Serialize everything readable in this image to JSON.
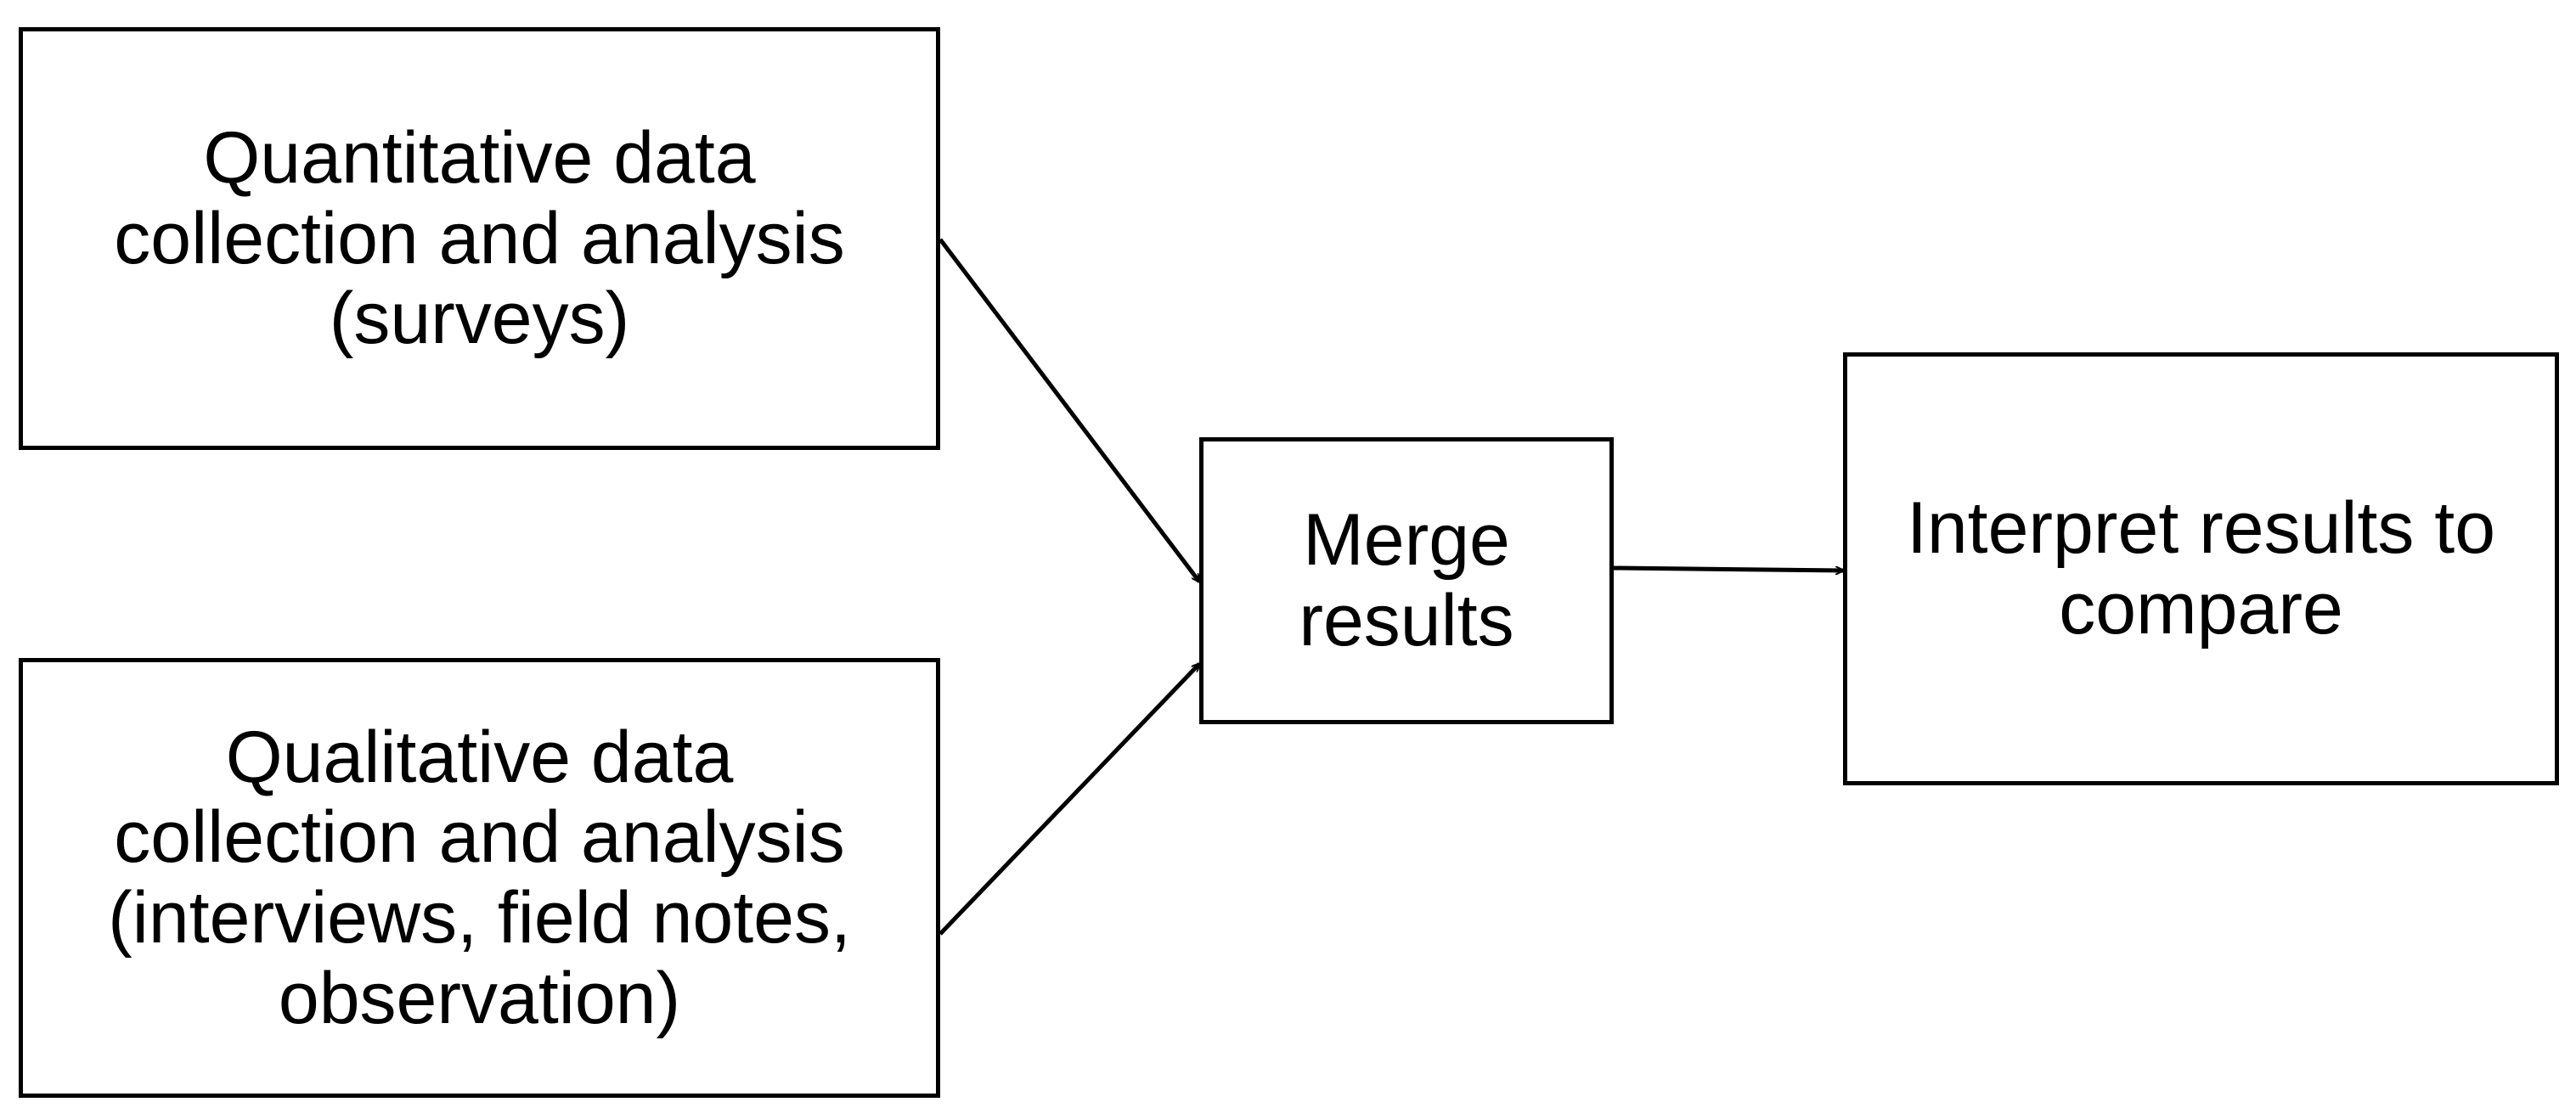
{
  "diagram": {
    "nodes": {
      "quantitative": "Quantitative data collection and analysis (surveys)",
      "qualitative": "Qualitative data collection and analysis (interviews, field notes, observation)",
      "merge": "Merge results",
      "interpret": "Interpret results to compare"
    },
    "edges": [
      {
        "from": "quantitative",
        "to": "merge"
      },
      {
        "from": "qualitative",
        "to": "merge"
      },
      {
        "from": "merge",
        "to": "interpret"
      }
    ],
    "colors": {
      "stroke": "#000000",
      "background": "#ffffff",
      "text": "#000000"
    }
  }
}
